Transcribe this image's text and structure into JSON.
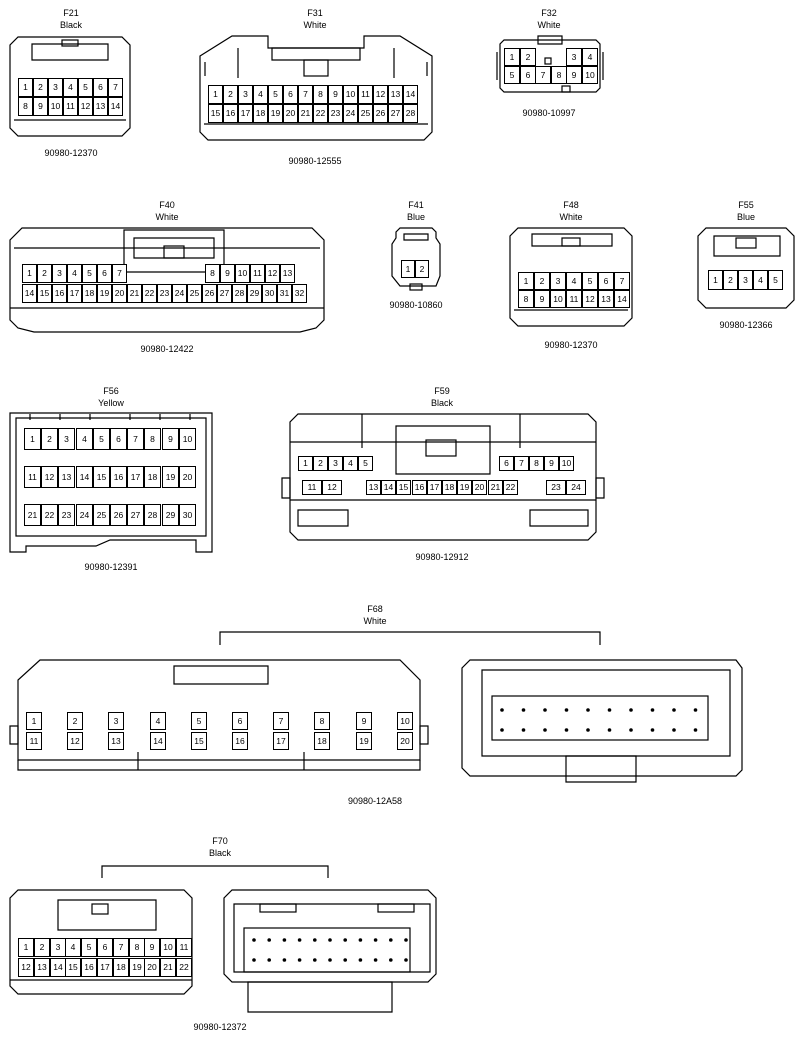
{
  "connectors": {
    "f21": {
      "id": "F21",
      "color": "Black",
      "part": "90980-12370",
      "rows": [
        [
          "1",
          "2",
          "3",
          "4",
          "5",
          "6",
          "7"
        ],
        [
          "8",
          "9",
          "10",
          "11",
          "12",
          "13",
          "14"
        ]
      ]
    },
    "f31": {
      "id": "F31",
      "color": "White",
      "part": "90980-12555",
      "rows": [
        [
          "1",
          "2",
          "3",
          "4",
          "5",
          "6",
          "7",
          "8",
          "9",
          "10",
          "11",
          "12",
          "13",
          "14"
        ],
        [
          "15",
          "16",
          "17",
          "18",
          "19",
          "20",
          "21",
          "22",
          "23",
          "24",
          "25",
          "26",
          "27",
          "28"
        ]
      ]
    },
    "f32": {
      "id": "F32",
      "color": "White",
      "part": "90980-10997",
      "rows": [
        [
          "1",
          "2",
          "",
          "",
          "3",
          "4"
        ],
        [
          "5",
          "6",
          "7",
          "8",
          "9",
          "10"
        ]
      ]
    },
    "f40": {
      "id": "F40",
      "color": "White",
      "part": "90980-12422",
      "rows": [
        [
          "1",
          "2",
          "3",
          "4",
          "5",
          "6",
          "7",
          "8",
          "9",
          "10",
          "11",
          "12",
          "13"
        ],
        [
          "14",
          "15",
          "16",
          "17",
          "18",
          "19",
          "20",
          "21",
          "22",
          "23",
          "24",
          "25",
          "26",
          "27",
          "28",
          "29",
          "30",
          "31",
          "32"
        ]
      ]
    },
    "f41": {
      "id": "F41",
      "color": "Blue",
      "part": "90980-10860",
      "rows": [
        [
          "1",
          "2"
        ]
      ]
    },
    "f48": {
      "id": "F48",
      "color": "White",
      "part": "90980-12370",
      "rows": [
        [
          "1",
          "2",
          "3",
          "4",
          "5",
          "6",
          "7"
        ],
        [
          "8",
          "9",
          "10",
          "11",
          "12",
          "13",
          "14"
        ]
      ]
    },
    "f55": {
      "id": "F55",
      "color": "Blue",
      "part": "90980-12366",
      "rows": [
        [
          "1",
          "2",
          "3",
          "4",
          "5"
        ]
      ]
    },
    "f56": {
      "id": "F56",
      "color": "Yellow",
      "part": "90980-12391",
      "rows": [
        [
          "1",
          "2",
          "3",
          "4",
          "5",
          "6",
          "7",
          "8",
          "9",
          "10"
        ],
        [
          "11",
          "12",
          "13",
          "14",
          "15",
          "16",
          "17",
          "18",
          "19",
          "20"
        ],
        [
          "21",
          "22",
          "23",
          "24",
          "25",
          "26",
          "27",
          "28",
          "29",
          "30"
        ]
      ]
    },
    "f59": {
      "id": "F59",
      "color": "Black",
      "part": "90980-12912",
      "rows": [
        [
          "1",
          "2",
          "3",
          "4",
          "5",
          "6",
          "7",
          "8",
          "9",
          "10"
        ],
        [
          "11",
          "12",
          "13",
          "14",
          "15",
          "16",
          "17",
          "18",
          "19",
          "20",
          "21",
          "22",
          "23",
          "24"
        ]
      ]
    },
    "f68": {
      "id": "F68",
      "color": "White",
      "part": "90980-12A58",
      "rows": [
        [
          "1",
          "2",
          "3",
          "4",
          "5",
          "6",
          "7",
          "8",
          "9",
          "10"
        ],
        [
          "11",
          "12",
          "13",
          "14",
          "15",
          "16",
          "17",
          "18",
          "19",
          "20"
        ]
      ]
    },
    "f70": {
      "id": "F70",
      "color": "Black",
      "part": "90980-12372",
      "rows": [
        [
          "1",
          "2",
          "3",
          "4",
          "5",
          "6",
          "7",
          "8",
          "9",
          "10",
          "11"
        ],
        [
          "12",
          "13",
          "14",
          "15",
          "16",
          "17",
          "18",
          "19",
          "20",
          "21",
          "22"
        ]
      ]
    }
  }
}
